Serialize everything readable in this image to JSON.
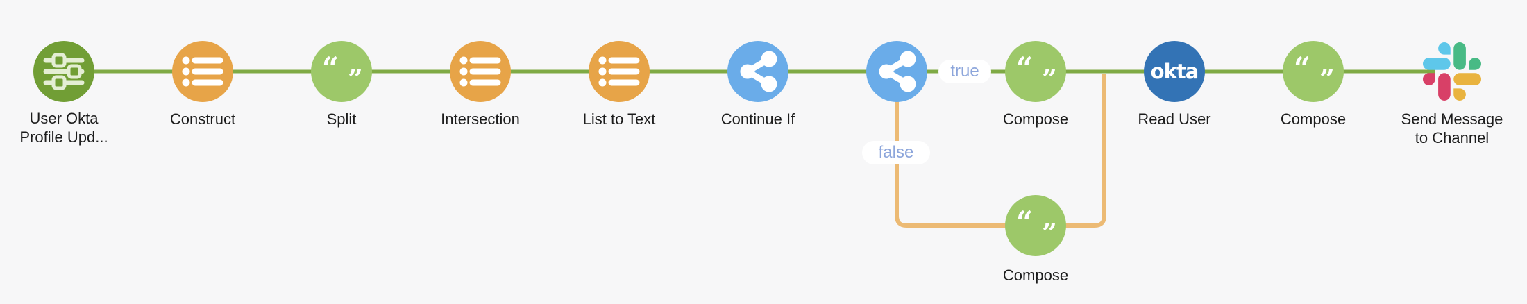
{
  "workflow": {
    "nodes": [
      {
        "label": "User Okta Profile Upd...",
        "icon": "sliders-icon",
        "color": "#719e35"
      },
      {
        "label": "Construct",
        "icon": "list-icon",
        "color": "#e7a448"
      },
      {
        "label": "Split",
        "icon": "quotes-icon",
        "color": "#9dc869"
      },
      {
        "label": "Intersection",
        "icon": "list-icon",
        "color": "#e7a448"
      },
      {
        "label": "List to Text",
        "icon": "list-icon",
        "color": "#e7a448"
      },
      {
        "label": "Continue If",
        "icon": "share-icon",
        "color": "#6aace9"
      },
      {
        "label": "",
        "icon": "share-icon",
        "color": "#6aace9"
      },
      {
        "label": "Compose",
        "icon": "quotes-icon",
        "color": "#9dc869"
      },
      {
        "label": "Read User",
        "icon": "okta-logo",
        "logo_text": "okta",
        "color": "#3373b5"
      },
      {
        "label": "Compose",
        "icon": "quotes-icon",
        "color": "#9dc869"
      },
      {
        "label": "Send Message to Channel",
        "icon": "slack-logo"
      },
      {
        "label": "Compose",
        "icon": "quotes-icon",
        "color": "#9dc869"
      }
    ],
    "branch_labels": {
      "true_label": "true",
      "false_label": "false"
    },
    "icons": {
      "quote_open": "“",
      "quote_close": "”"
    },
    "colors": {
      "background": "#f7f7f8",
      "main_connector": "#7faa45",
      "false_connector": "#ecba74",
      "branch_label_text": "#8da6db",
      "node_label_text": "#1d1d1d",
      "node_dark_green": "#719e35",
      "node_light_green": "#9dc869",
      "node_orange": "#e7a448",
      "node_light_blue": "#6aace9",
      "node_okta_blue": "#3373b5",
      "slack": {
        "blue": "#5ec7ea",
        "green": "#48ba85",
        "red": "#d84067",
        "yellow": "#e9b33f"
      }
    }
  }
}
